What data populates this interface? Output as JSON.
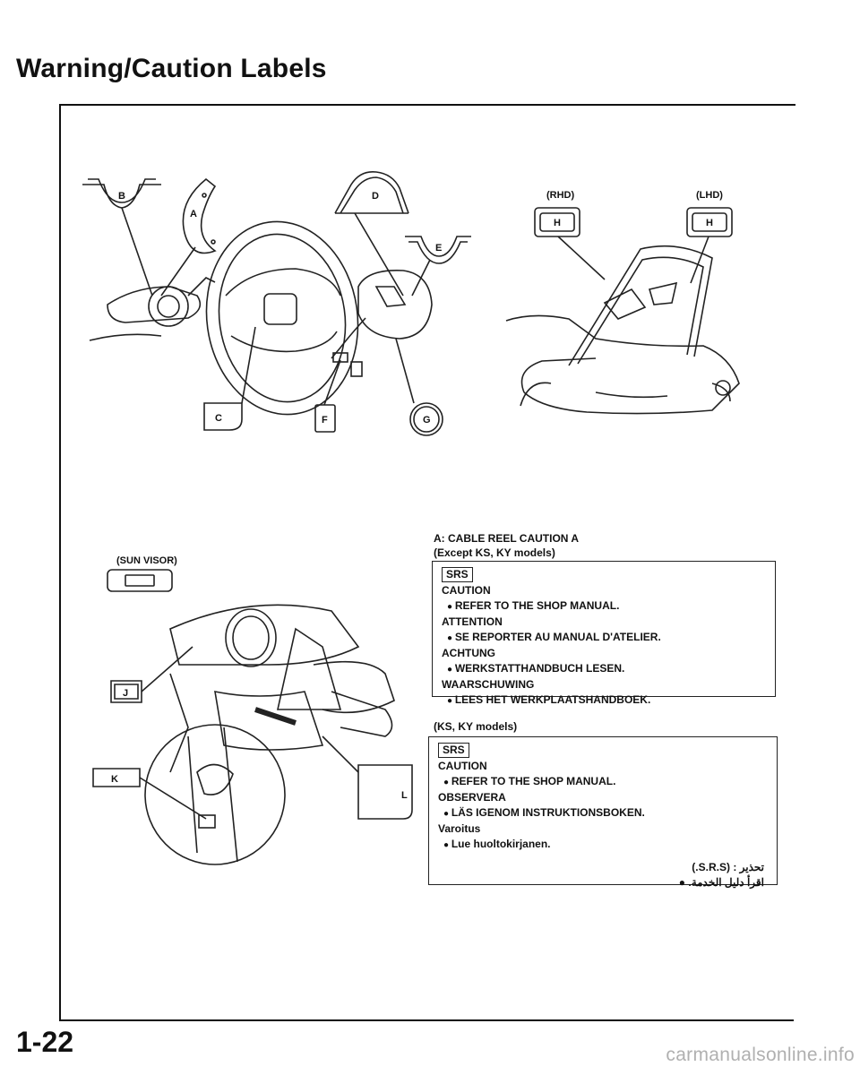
{
  "page": {
    "title": "Warning/Caution Labels",
    "page_number": "1-22",
    "watermark": "carmanualsonline.info"
  },
  "diagram": {
    "label_callouts": [
      "A",
      "B",
      "C",
      "D",
      "E",
      "F",
      "G",
      "H",
      "H",
      "J",
      "K",
      "L"
    ],
    "rhd_label": "(RHD)",
    "lhd_label": "(LHD)",
    "sun_visor_label": "(SUN VISOR)"
  },
  "captions": {
    "cable_reel": "A: CABLE REEL CAUTION A",
    "except_models": "(Except KS, KY models)",
    "ks_ky_models": "(KS, KY models)"
  },
  "box_except": {
    "srs": "SRS",
    "lines": [
      {
        "text": "CAUTION",
        "bullet": false
      },
      {
        "text": "REFER TO THE SHOP MANUAL.",
        "bullet": true
      },
      {
        "text": "ATTENTION",
        "bullet": false
      },
      {
        "text": "SE REPORTER AU MANUAL D'ATELIER.",
        "bullet": true
      },
      {
        "text": "ACHTUNG",
        "bullet": false
      },
      {
        "text": "WERKSTATTHANDBUCH LESEN.",
        "bullet": true
      },
      {
        "text": "WAARSCHUWING",
        "bullet": false
      },
      {
        "text": "LEES HET WERKPLAATSHANDBOEK.",
        "bullet": true
      }
    ]
  },
  "box_ks": {
    "srs": "SRS",
    "lines": [
      {
        "text": "CAUTION",
        "bullet": false
      },
      {
        "text": "REFER TO THE SHOP MANUAL.",
        "bullet": true
      },
      {
        "text": "OBSERVERA",
        "bullet": false
      },
      {
        "text": "LÄS IGENOM INSTRUKTIONSBOKEN.",
        "bullet": true
      },
      {
        "text": "Varoitus",
        "bullet": false
      },
      {
        "text": "Lue huoltokirjanen.",
        "bullet": true
      }
    ],
    "arabic_1": "تحذير : (S.R.S.)",
    "arabic_2": "اقرأ دليل الخدمة. ●"
  }
}
